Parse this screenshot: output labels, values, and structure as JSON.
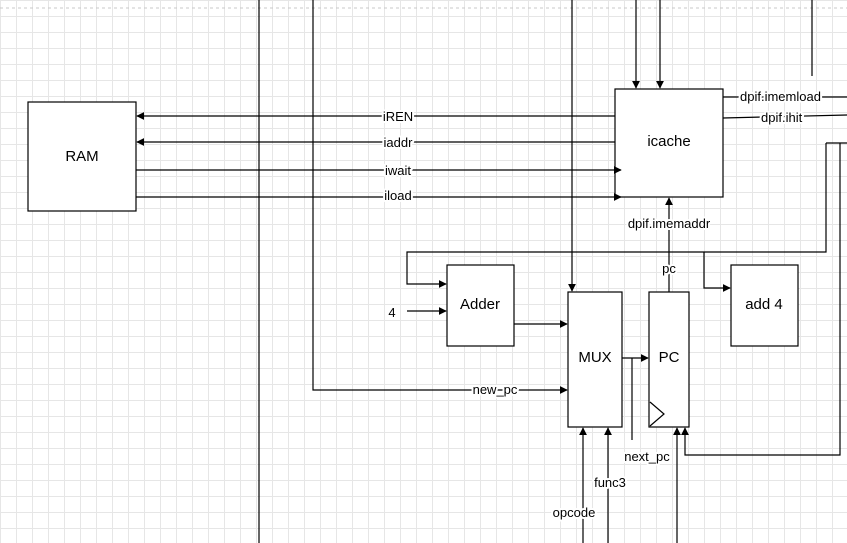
{
  "blocks": {
    "ram": "RAM",
    "icache": "icache",
    "adder": "Adder",
    "mux": "MUX",
    "pc": "PC",
    "add4": "add 4"
  },
  "signals": {
    "iren": "iREN",
    "iaddr": "iaddr",
    "iwait": "iwait",
    "iload": "iload",
    "imemload": "dpif.imemload",
    "ihit": "dpif.ihit",
    "imemaddr": "dpif.imemaddr",
    "pc_out": "pc",
    "const_four": "4",
    "new_pc": "new_pc",
    "next_pc": "next_pc",
    "func3": "func3",
    "opcode": "opcode"
  }
}
